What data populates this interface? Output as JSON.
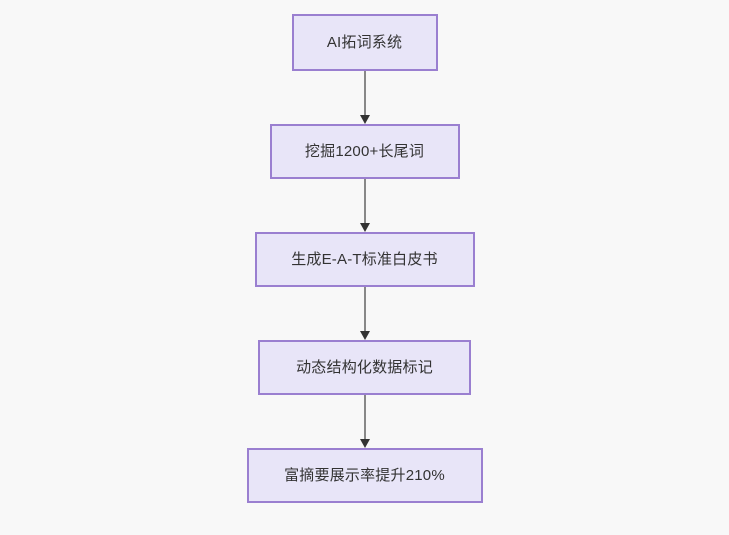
{
  "diagram": {
    "type": "flowchart",
    "direction": "top-to-bottom",
    "background_color": "#f8f8f8",
    "node_fill_color": "#e8e5f8",
    "node_border_color": "#9a7fd0",
    "node_text_color": "#333333",
    "connector_line_color": "#888888",
    "connector_arrow_color": "#333333",
    "nodes": [
      {
        "id": "n1",
        "label": "AI拓词系统"
      },
      {
        "id": "n2",
        "label": "挖掘1200+长尾词"
      },
      {
        "id": "n3",
        "label": "生成E-A-T标准白皮书"
      },
      {
        "id": "n4",
        "label": "动态结构化数据标记"
      },
      {
        "id": "n5",
        "label": "富摘要展示率提升210%"
      }
    ],
    "edges": [
      {
        "from": "n1",
        "to": "n2",
        "label": ""
      },
      {
        "from": "n2",
        "to": "n3",
        "label": ""
      },
      {
        "from": "n3",
        "to": "n4",
        "label": ""
      },
      {
        "from": "n4",
        "to": "n5",
        "label": ""
      }
    ]
  }
}
